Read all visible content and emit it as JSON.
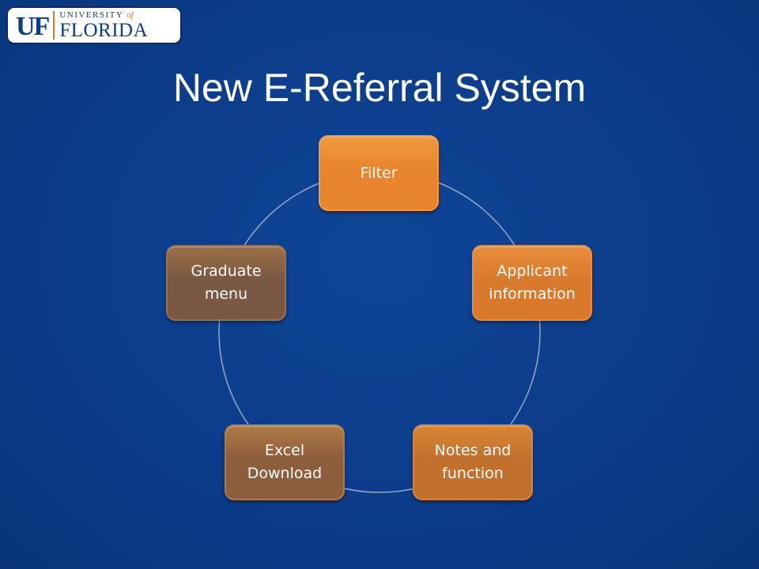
{
  "logo": {
    "uf": "UF",
    "university": "UNIVERSITY",
    "of": "of",
    "florida": "FLORIDA"
  },
  "title": "New E-Referral System",
  "cycle": {
    "nodes": [
      {
        "label": "Filter",
        "color": "#e8852c",
        "border": "#f19a3d"
      },
      {
        "label": "Applicant\ninformation",
        "color": "#d9792c",
        "border": "#e88d3b"
      },
      {
        "label": "Notes and\nfunction",
        "color": "#c2702e",
        "border": "#d98537"
      },
      {
        "label": "Excel\nDownload",
        "color": "#8d5e3d",
        "border": "#b07a45"
      },
      {
        "label": "Graduate\nmenu",
        "color": "#7a5843",
        "border": "#9c7048"
      }
    ],
    "ring_color": "#9aa7c4"
  },
  "colors": {
    "background": "#0b3d8c",
    "logo_blue": "#0b3d8c",
    "logo_orange": "#e37620"
  }
}
